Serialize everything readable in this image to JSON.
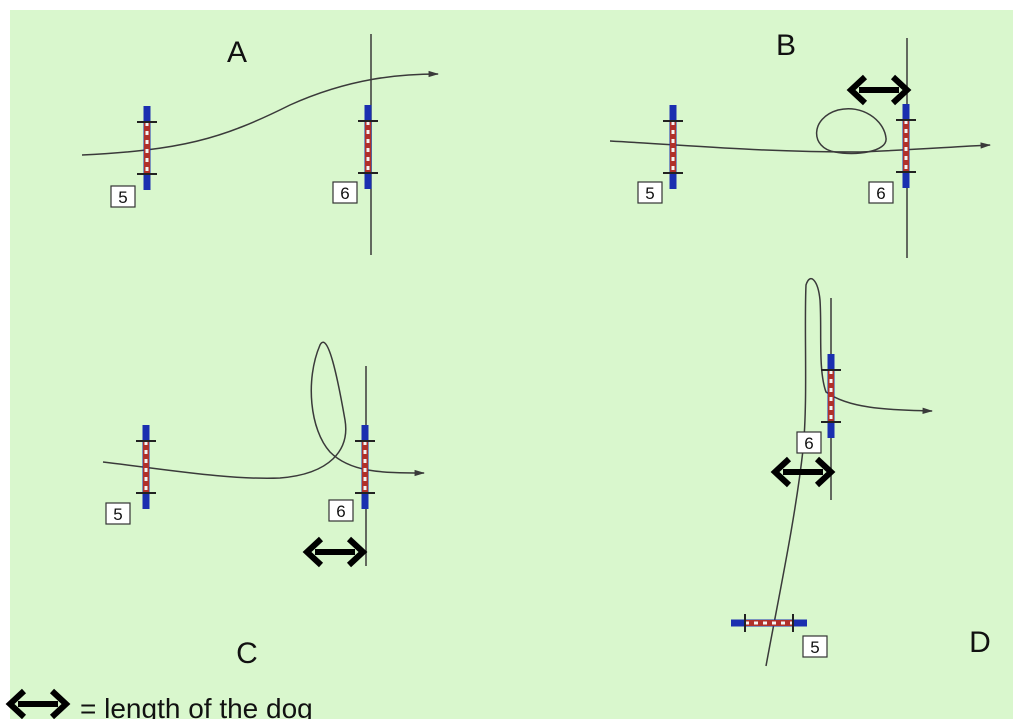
{
  "colors": {
    "background": "#d9f7cd",
    "line": "#3a3a3a",
    "jump_end": "#1a2fb0",
    "jump_stripe_red": "#b0302a",
    "jump_stripe_white": "#f4f4f4",
    "arrow": "#000000",
    "number_box_fill": "#ffffff"
  },
  "panels": [
    {
      "label": "A",
      "jump_numbers": [
        "5",
        "6"
      ]
    },
    {
      "label": "B",
      "jump_numbers": [
        "5",
        "6"
      ]
    },
    {
      "label": "C",
      "jump_numbers": [
        "5",
        "6"
      ]
    },
    {
      "label": "D",
      "jump_numbers": [
        "5",
        "6"
      ]
    }
  ],
  "legend": {
    "symbol": "double-arrow-icon",
    "text": "= length of the dog"
  }
}
